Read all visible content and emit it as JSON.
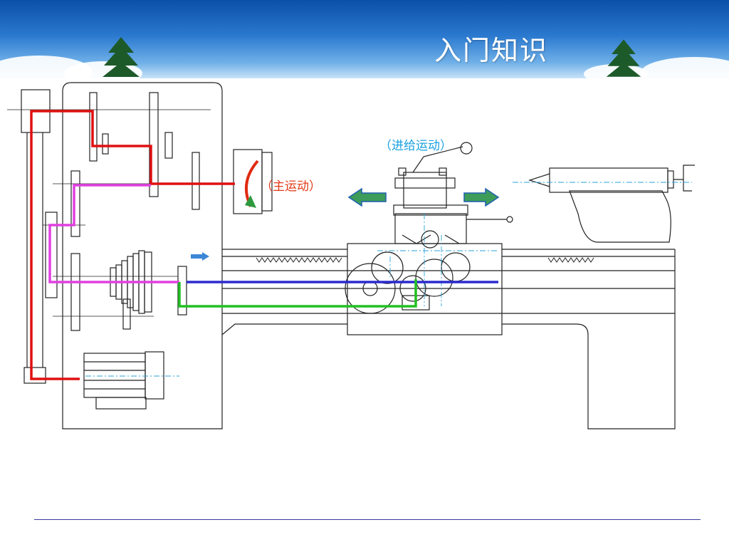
{
  "slide": {
    "title": "入门知识"
  },
  "diagram": {
    "labels": {
      "main_motion": "（主运动）",
      "feed_motion": "（进给运动）"
    },
    "path_colors": {
      "main_motion": "#e01010",
      "spindle_branch": "#e040e0",
      "lead_screw": "#2a2ad0",
      "feed_rod": "#22c022"
    },
    "arrows": {
      "left": "left-arrow-icon",
      "right": "right-arrow-icon",
      "small_right": "small-right-arrow-icon"
    }
  }
}
